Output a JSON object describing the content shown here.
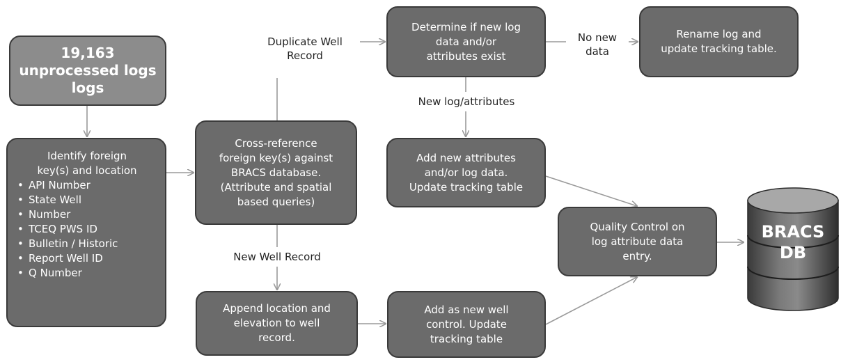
{
  "boxes": {
    "start": [
      "19,163",
      "unprocessed logs",
      "logs"
    ],
    "identify": {
      "title": [
        "Identify foreign",
        "key(s) and location"
      ],
      "items": [
        "API Number",
        "State Well",
        "Number",
        "TCEQ PWS ID",
        "Bulletin / Historic",
        "Report Well ID",
        "Q Number"
      ]
    },
    "crossref": [
      "Cross-reference",
      "foreign key(s) against",
      "BRACS database.",
      "(Attribute and spatial",
      "based queries)"
    ],
    "determine": [
      "Determine if new log",
      "data and/or",
      "attributes exist"
    ],
    "rename": [
      "Rename log and",
      "update tracking table."
    ],
    "add_attributes": [
      "Add new attributes",
      "and/or log data.",
      "Update tracking table"
    ],
    "append": [
      "Append location and",
      "elevation to well",
      "record."
    ],
    "add_well": [
      "Add as new well",
      "control. Update",
      "tracking table"
    ],
    "quality": [
      "Quality Control on",
      "log attribute data",
      "entry."
    ]
  },
  "labels": {
    "duplicate": [
      "Duplicate Well",
      "Record"
    ],
    "no_new": [
      "No new",
      "data"
    ],
    "new_log": "New log/attributes",
    "new_well": "New Well Record"
  },
  "database": [
    "BRACS",
    "DB"
  ],
  "colors": {
    "box_fill": "#6b6b6b",
    "start_fill": "#8c8c8c",
    "box_border": "#3a3a3a",
    "arrow": "#9a9a9a",
    "label_text": "#222222"
  }
}
